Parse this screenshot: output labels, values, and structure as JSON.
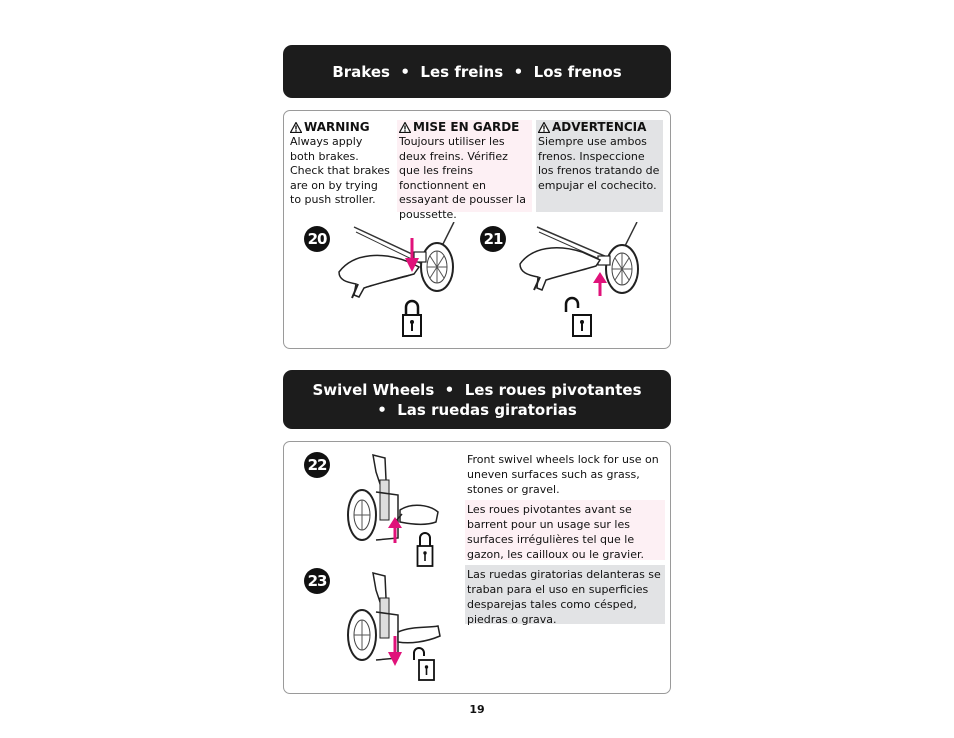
{
  "brakes": {
    "title": "Brakes  •  Les freins  •  Los frenos",
    "warnings": [
      {
        "title": "WARNING",
        "text": "Always apply both brakes. Check that brakes are on by trying to push stroller."
      },
      {
        "title": "MISE EN GARDE",
        "text": "Toujours utiliser les deux freins. Vérifiez que les freins fonctionnent en essayant de pousser la poussette."
      },
      {
        "title": "ADVERTENCIA",
        "text": "Siempre use ambos frenos. Inspeccione los frenos tratando de empujar el cochecito."
      }
    ],
    "steps": [
      "20",
      "21"
    ]
  },
  "swivel": {
    "title_line1": "Swivel Wheels  •  Les roues pivotantes",
    "title_line2": "•  Las ruedas giratorias",
    "steps": [
      "22",
      "23"
    ],
    "text_en": "Front swivel wheels lock for use on uneven surfaces such as grass, stones or gravel.",
    "text_fr": "Les roues pivotantes avant se barrent pour un usage sur les surfaces irrégulières tel que le gazon, les cailloux ou le gravier.",
    "text_es": "Las ruedas giratorias delanteras se traban para el uso en superficies desparejas tales como césped, piedras o grava."
  },
  "page_number": "19",
  "colors": {
    "arrow": "#e0127a",
    "bar": "#1c1c1c",
    "french_bg": "#fdf0f4",
    "spanish_bg": "#e2e3e5"
  },
  "icons": [
    "warning-triangle-icon",
    "locked-padlock-icon",
    "unlocked-padlock-icon",
    "arrow-down-icon",
    "arrow-up-icon"
  ]
}
